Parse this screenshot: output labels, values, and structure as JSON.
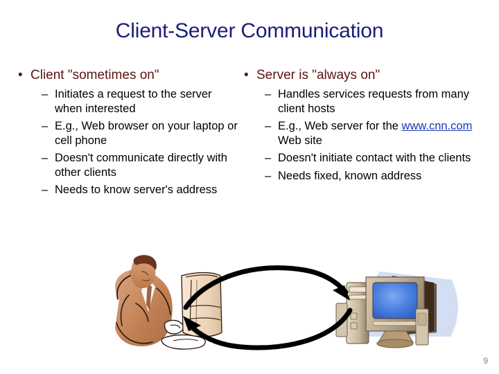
{
  "slide": {
    "title": "Client-Server Communication",
    "page_number": "9",
    "title_color": "#1C1C78",
    "level1_color": "#5B1410",
    "level2_color": "#000000",
    "link_color": "#1B36B8",
    "background_color": "#FFFFFF"
  },
  "columns": {
    "left": {
      "heading": "Client \"sometimes on\"",
      "bullet_glyph": "•",
      "dash_glyph": "–",
      "items": [
        "Initiates a request to the server when interested",
        "E.g., Web browser on your laptop or cell phone",
        "Doesn't communicate directly with other clients",
        "Needs to know server's address"
      ]
    },
    "right": {
      "heading": "Server is \"always on\"",
      "bullet_glyph": "•",
      "dash_glyph": "–",
      "items": [
        "Handles services requests from many client hosts",
        "E.g., Web server for the ",
        "Doesn't initiate contact with the clients",
        "Needs fixed, known address"
      ],
      "link_text": "www.cnn.com",
      "link_suffix": " Web site"
    }
  },
  "figure": {
    "client_illustration_label": "businessman-at-computer-sketch",
    "server_illustration_label": "desktop-computer-crt",
    "arrow_request_label": "request-arrow-client-to-server",
    "arrow_response_label": "response-arrow-server-to-client"
  }
}
